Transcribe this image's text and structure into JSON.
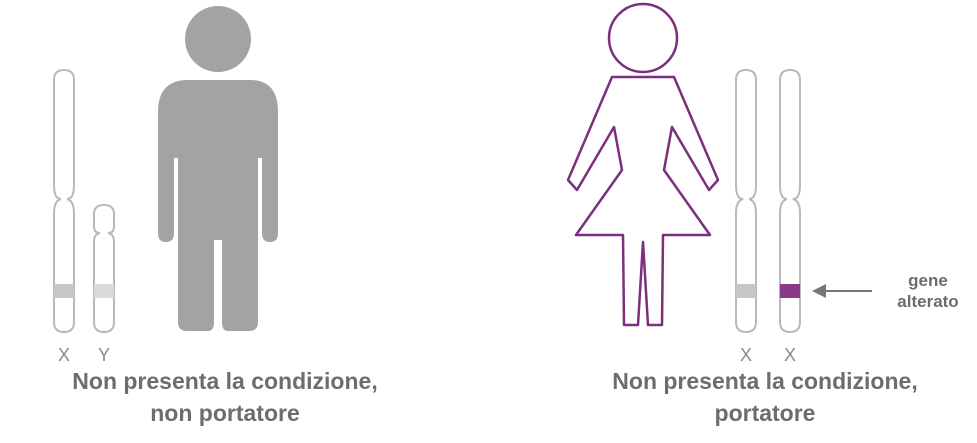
{
  "colors": {
    "outline_gray": "#b9b9b9",
    "figure_gray": "#a3a3a3",
    "band_gray": "#c6c6c6",
    "band_light": "#d9d9d9",
    "purple": "#7b2f7c",
    "purple_band": "#8b3a8a",
    "text_gray": "#6d6d6d",
    "arrow_gray": "#777777"
  },
  "left_panel": {
    "chromosome_labels": [
      "X",
      "Y"
    ],
    "caption_line1": "Non presenta la condizione,",
    "caption_line2": "non portatore"
  },
  "right_panel": {
    "chromosome_labels": [
      "X",
      "X"
    ],
    "annotation_line1": "gene",
    "annotation_line2": "alterato",
    "caption_line1": "Non presenta la condizione,",
    "caption_line2": "portatore"
  }
}
